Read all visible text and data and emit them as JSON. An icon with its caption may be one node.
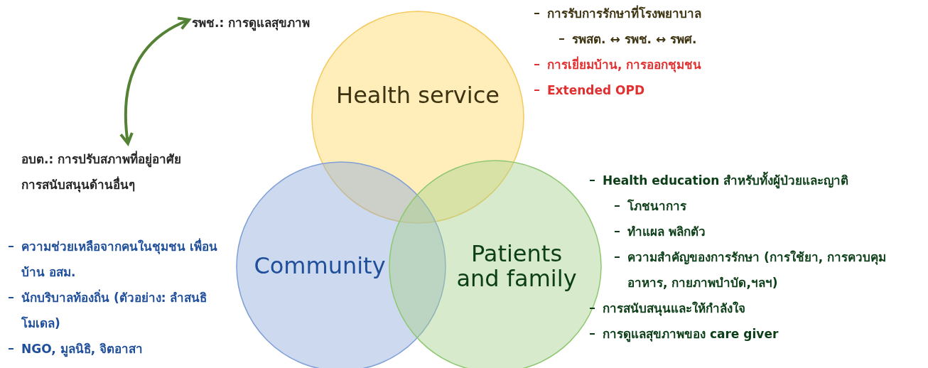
{
  "diagram": {
    "nodes": [
      {
        "text": [
          "รพช.: การดูแลสุขภาพ"
        ]
      },
      {
        "text": [
          "Health service"
        ],
        "beside": [
          "การรับการรักษาที่โรงพยาบาล",
          "รพสต. ↔ รพช. ↔ รพศ.",
          "การเยี่ยมบ้าน, การออกชุมชน",
          "Extended OPD"
        ]
      },
      {
        "text": [
          "อบต.: การปรับสภาพที่อยู่อาศัย การสนับสนุนด้านอื่นๆ"
        ]
      },
      {
        "text": [
          "Community"
        ],
        "beside": [
          "ความช่วยเหลือจากคนในชุมชน เพื่อนบ้าน อสม.",
          "นักบริบาลท้องถิ่น (ตัวอย่าง: ลำสนธิโมเดล)",
          "NGO, มูลนิธิ, จิตอาสา"
        ]
      },
      {
        "text": [
          "Patients and family"
        ],
        "beside": [
          "Health education สำหรับทั้งผู้ป่วยและญาติ",
          "โภชนาการ",
          "ทำแผล พลิกตัว",
          "ความสำคัญของการรักษา (การใช้ยา, การควบคุมอาหาร, กายภาพบำบัด,ฯลฯ)",
          "การสนับสนุนและให้กำลังใจ",
          "การดูแลสุขภาพของ care giver"
        ]
      }
    ],
    "edges": [
      {
        "from": 0,
        "to": 2,
        "arrow": "both",
        "color": "#548235"
      }
    ]
  }
}
